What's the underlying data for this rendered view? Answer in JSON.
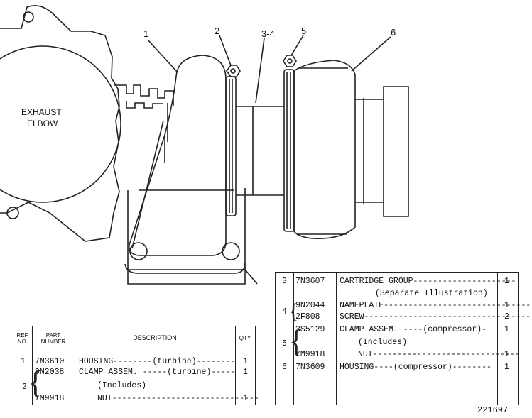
{
  "callouts": {
    "c1": "1",
    "c2": "2",
    "c34": "3-4",
    "c5": "5",
    "c6": "6"
  },
  "exhaust_label": [
    "EXHAUST",
    "ELBOW"
  ],
  "left_table": {
    "headers": {
      "ref": [
        "REF.",
        "NO."
      ],
      "part": [
        "PART",
        "NUMBER"
      ],
      "desc": "DESCRIPTION",
      "qty": "QTY"
    },
    "rows": [
      {
        "ref": "1",
        "part": "7N3610",
        "desc": "HOUSING--------(turbine)--------",
        "qty": "1"
      },
      {
        "ref": "",
        "part": "9N2038",
        "desc": "CLAMP ASSEM. -----(turbine)-----",
        "qty": "1"
      },
      {
        "ref": "",
        "part": "",
        "desc": "(Includes)",
        "qty": ""
      },
      {
        "ref": "",
        "part": "7M9918",
        "desc": "NUT------------------------------",
        "qty": "1"
      }
    ],
    "group_ref": "2"
  },
  "right_table": {
    "rows": [
      {
        "ref": "3",
        "part": "7N3607",
        "desc": "CARTRIDGE GROUP---------------------",
        "qty": "1"
      },
      {
        "ref": "",
        "part": "",
        "desc": "(Separate Illustration)",
        "qty": ""
      },
      {
        "ref": "",
        "part": "9N2044",
        "desc": "NAMEPLATE------------------------------",
        "qty": "1"
      },
      {
        "ref": "",
        "part": "2F808",
        "desc": "SCREW----------------------------------",
        "qty": "2"
      },
      {
        "ref": "",
        "part": "3S5129",
        "desc": "CLAMP ASSEM. ----(compressor)-",
        "qty": "1"
      },
      {
        "ref": "",
        "part": "",
        "desc": "(Includes)",
        "qty": ""
      },
      {
        "ref": "",
        "part": "7M9918",
        "desc": "NUT------------------------------",
        "qty": "1"
      },
      {
        "ref": "6",
        "part": "7N3609",
        "desc": "HOUSING----(compressor)--------",
        "qty": "1"
      }
    ],
    "group4_ref": "4",
    "group5_ref": "5"
  },
  "figure_number": "221697"
}
